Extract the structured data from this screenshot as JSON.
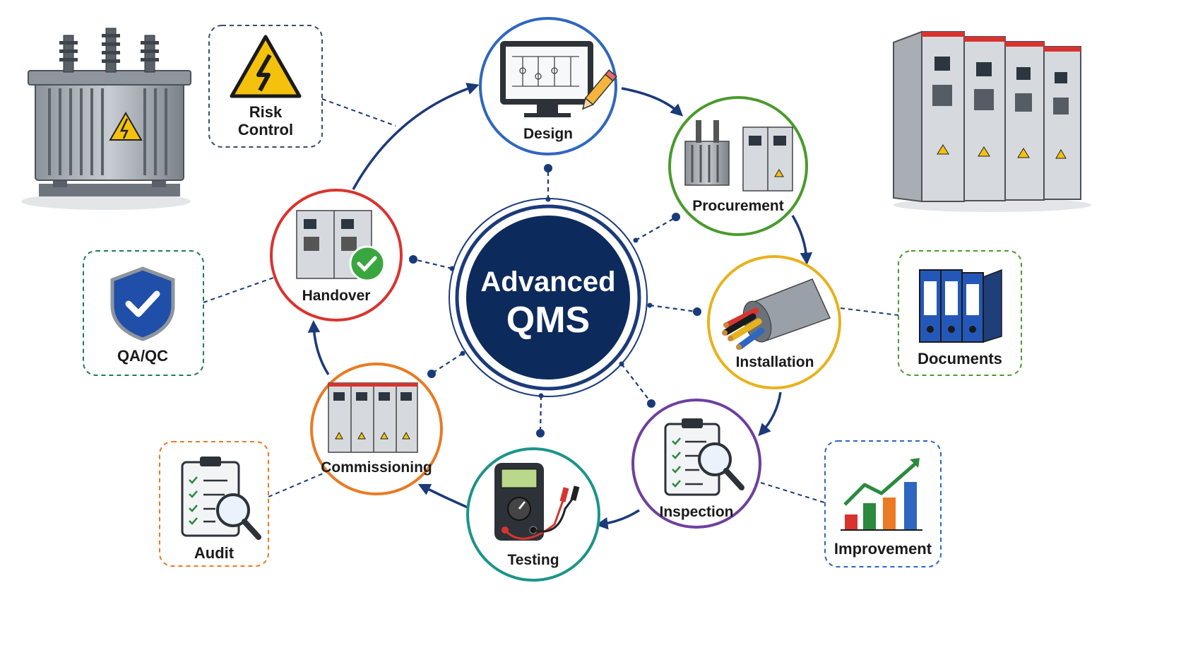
{
  "center": {
    "line1": "Advanced",
    "line2": "QMS",
    "color": "#0d2a5c"
  },
  "process": [
    {
      "label": "Design",
      "color": "#2f66c0",
      "icon": "monitor-drawing-icon"
    },
    {
      "label": "Procurement",
      "color": "#4a9a2e",
      "icon": "equipment-icon"
    },
    {
      "label": "Installation",
      "color": "#e8b21d",
      "icon": "cable-icon"
    },
    {
      "label": "Inspection",
      "color": "#6e3f9e",
      "icon": "clipboard-magnifier-icon"
    },
    {
      "label": "Testing",
      "color": "#1b9488",
      "icon": "multimeter-icon"
    },
    {
      "label": "Commissioning",
      "color": "#ea7a23",
      "icon": "switchgear-panel-icon"
    },
    {
      "label": "Handover",
      "color": "#d9332f",
      "icon": "panel-check-icon"
    }
  ],
  "side": [
    {
      "line1": "Risk",
      "line2": "Control",
      "color": "#3b4a6b",
      "icon": "warning-triangle-icon"
    },
    {
      "line1": "QA/QC",
      "line2": "",
      "color": "#1e7a5a",
      "icon": "shield-check-icon"
    },
    {
      "line1": "Audit",
      "line2": "",
      "color": "#ea7a23",
      "icon": "clipboard-magnifier-icon"
    },
    {
      "line1": "Documents",
      "line2": "",
      "color": "#4a9a2e",
      "icon": "binders-icon"
    },
    {
      "line1": "Improvement",
      "line2": "",
      "color": "#2f66c0",
      "icon": "growth-chart-icon"
    }
  ],
  "decor": {
    "left": "transformer-icon",
    "right": "switchgear-lineup-icon"
  },
  "flow_color": "#1b3a7a"
}
